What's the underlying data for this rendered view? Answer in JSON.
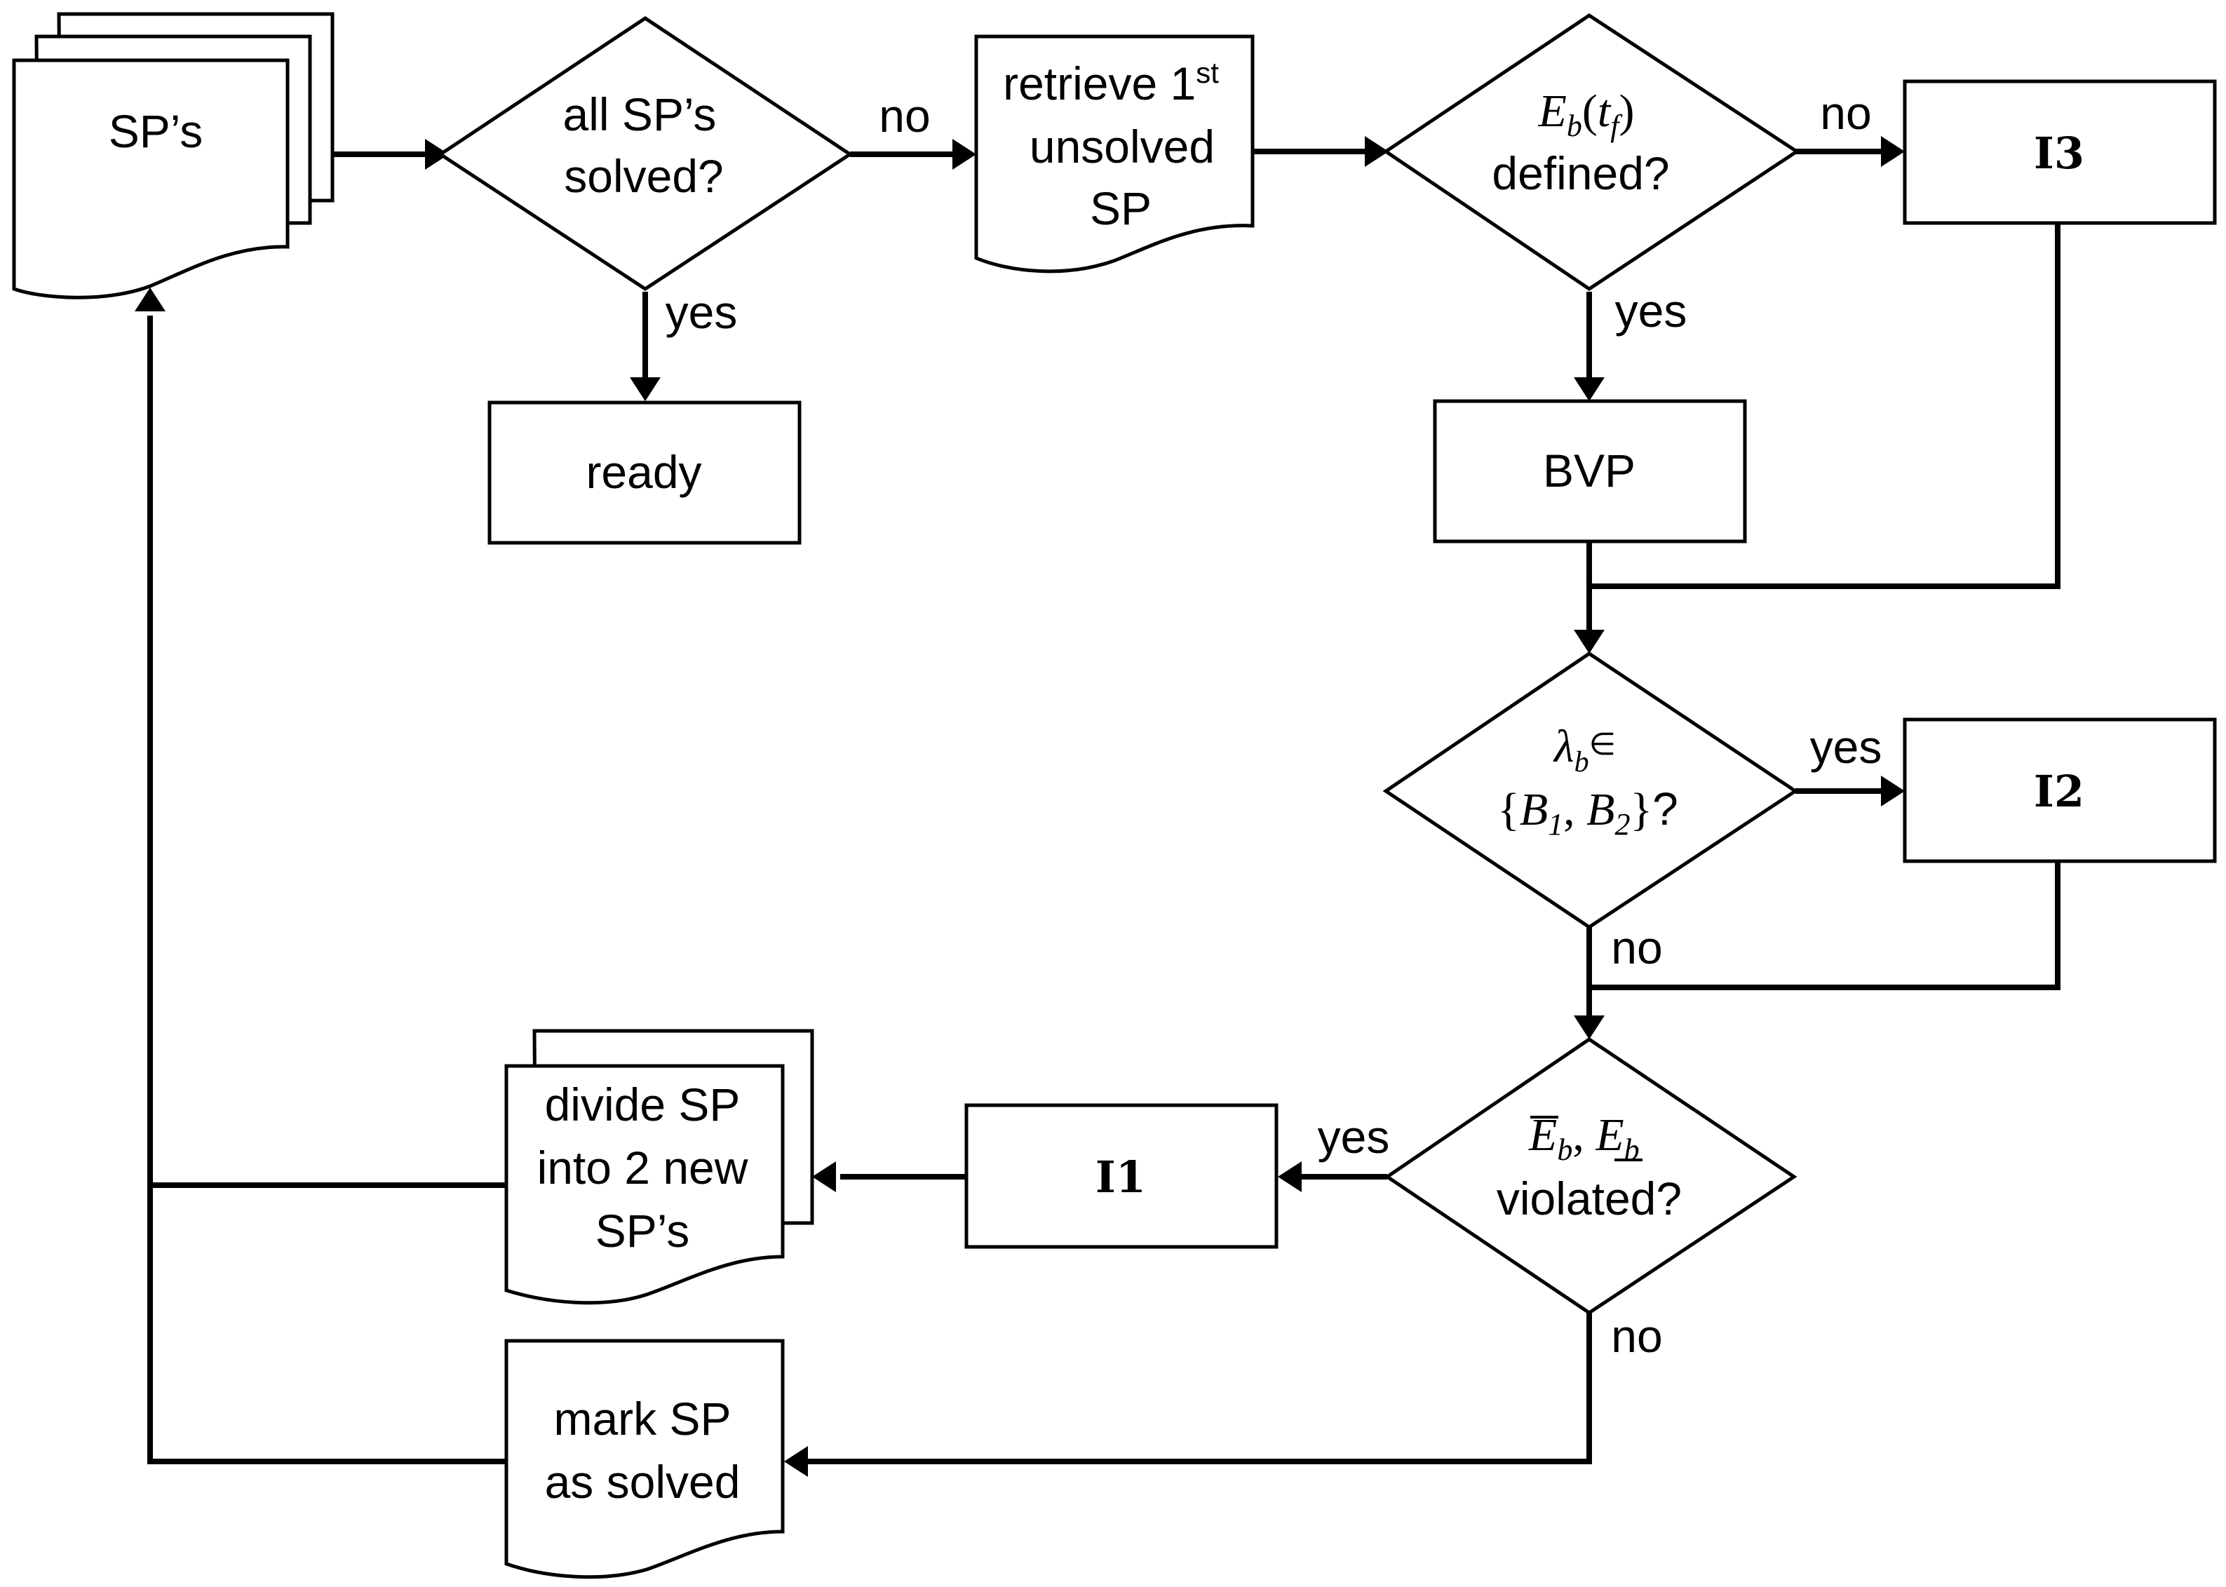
{
  "nodes": {
    "sps": {
      "label": "SP’s"
    },
    "all_solved": {
      "line1": "all SP’s",
      "line2": "solved?"
    },
    "retrieve": {
      "line1_main": "retrieve 1",
      "line1_sup": "st",
      "line2": "unsolved",
      "line3": "SP"
    },
    "eb_defined": {
      "e": "E",
      "sub_b": "b",
      "open": "(",
      "t": "t",
      "sub_f": "f",
      "close": ")",
      "line2": "defined?"
    },
    "i3": {
      "label": "I3"
    },
    "ready": {
      "label": "ready"
    },
    "bvp": {
      "label": "BVP"
    },
    "lambda_q": {
      "lambda": "λ",
      "sub_b": "b",
      "elem": "∈",
      "set_open": "{",
      "b1": "B",
      "sub_1": "1",
      "comma": ", ",
      "b2": "B",
      "sub_2": "2",
      "set_close": "}",
      "q": "?"
    },
    "i2": {
      "label": "I2"
    },
    "violated": {
      "e1": "E",
      "sub_b1": "b",
      "comma": ", ",
      "e2": "E",
      "sub_b2": "b",
      "line2": "violated?"
    },
    "i1": {
      "label": "I1"
    },
    "divide": {
      "line1": "divide SP",
      "line2": "into 2 new",
      "line3": "SP’s"
    },
    "mark": {
      "line1": "mark SP",
      "line2": "as solved"
    }
  },
  "edge_labels": {
    "all_solved_no": "no",
    "all_solved_yes": "yes",
    "eb_no": "no",
    "eb_yes": "yes",
    "lambda_yes": "yes",
    "lambda_no": "no",
    "violated_yes": "yes",
    "violated_no": "no"
  },
  "colors": {
    "stroke": "#000000",
    "fill": "#ffffff",
    "background": "#ffffff"
  }
}
